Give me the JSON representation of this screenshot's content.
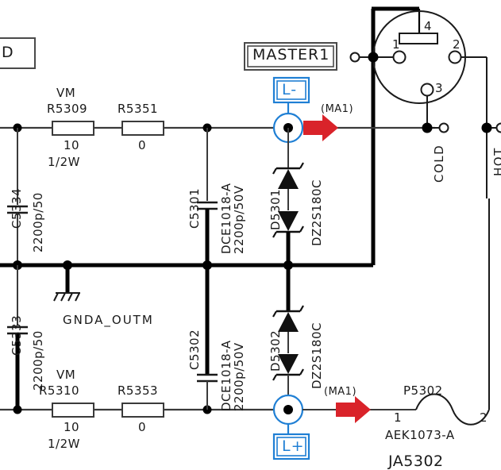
{
  "diagram": {
    "type": "schematic",
    "title_block": "JA5302",
    "section_label": "MASTER1",
    "ground_net": "GNDA_OUTM"
  },
  "boxes": {
    "clipped_left": "D",
    "master": "MASTER1",
    "port_minus": "L-",
    "port_plus": "L+"
  },
  "signal_flags": {
    "top": "(MA1)",
    "bottom": "(MA1)"
  },
  "resistors": [
    {
      "ref": "R5309",
      "prefix": "VM",
      "value": "10",
      "power": "1/2W"
    },
    {
      "ref": "R5351",
      "prefix": "",
      "value": "0",
      "power": ""
    },
    {
      "ref": "R5310",
      "prefix": "VM",
      "value": "10",
      "power": "1/2W"
    },
    {
      "ref": "R5353",
      "prefix": "",
      "value": "0",
      "power": ""
    }
  ],
  "capacitors": [
    {
      "ref": "C5334",
      "part": "",
      "value": "2200p/50"
    },
    {
      "ref": "C5333",
      "part": "",
      "value": "2200p/50"
    },
    {
      "ref": "C5301",
      "part": "DCE1018-A",
      "value": "2200p/50V"
    },
    {
      "ref": "C5302",
      "part": "DCE1018-A",
      "value": "2200p/50V"
    }
  ],
  "diodes": [
    {
      "ref": "D5301",
      "part": "DZ2S180C"
    },
    {
      "ref": "D5302",
      "part": "DZ2S180C"
    }
  ],
  "connectors": {
    "xlr": {
      "pins": [
        "1",
        "2",
        "3",
        "4"
      ],
      "net_pin3": "COLD",
      "net_pin2": "HOT"
    },
    "p5302": {
      "ref": "P5302",
      "part": "AEK1073-A",
      "pins": [
        "1",
        "2"
      ]
    }
  },
  "nets": {
    "cold": "COLD",
    "hot": "HOT"
  },
  "colors": {
    "wire": "#3a3a3a",
    "bus": "#000000",
    "text": "#1a1a1a",
    "accent_blue": "#1f7fd4",
    "flag_red": "#d9232a",
    "background": "#ffffff"
  }
}
